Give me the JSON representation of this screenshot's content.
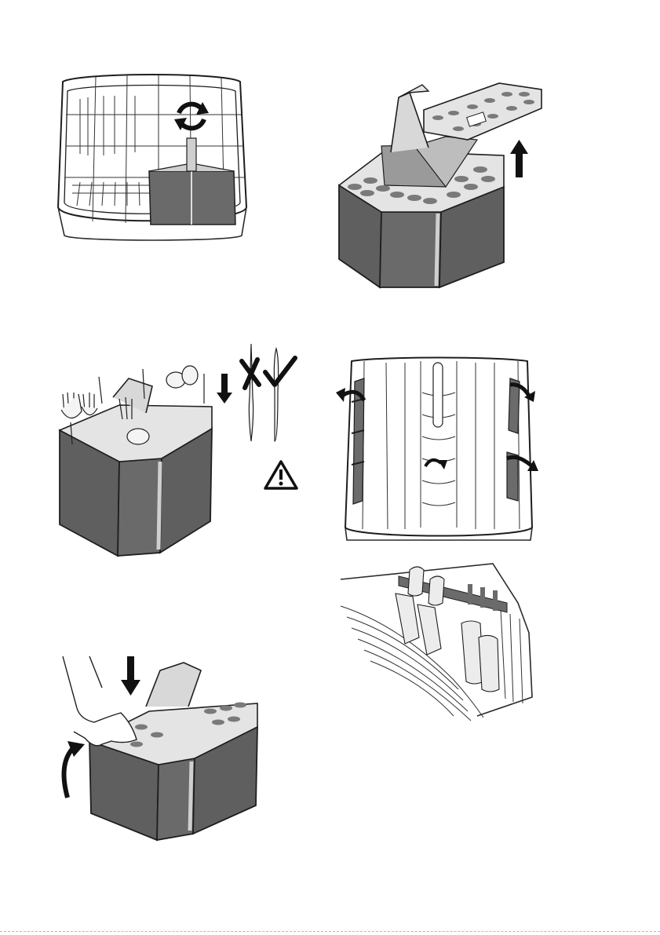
{
  "colors": {
    "line": "#1e1e1e",
    "basket_mesh": "#5f5f5f",
    "basket_light": "#c9c9c9",
    "lid_fill": "#e4e4e4",
    "lid_slot": "#7a7a7a",
    "arrow": "#111111",
    "glass": "#ececec"
  },
  "icons": {
    "warning": "warning-triangle-icon",
    "correct": "check-mark-icon",
    "wrong": "x-mark-icon",
    "rotate": "rotate-arrows-icon",
    "push_down": "arrow-down-icon",
    "lift_up": "arrow-up-icon",
    "fold": "curved-arrow-icon"
  },
  "figures": [
    {
      "id": "lower-basket-with-cutlery-basket"
    },
    {
      "id": "cutlery-basket-lid-removal"
    },
    {
      "id": "cutlery-loading"
    },
    {
      "id": "upper-basket-fold-down-racks"
    },
    {
      "id": "upper-basket-glasses"
    },
    {
      "id": "cutlery-basket-lid-closing"
    }
  ]
}
